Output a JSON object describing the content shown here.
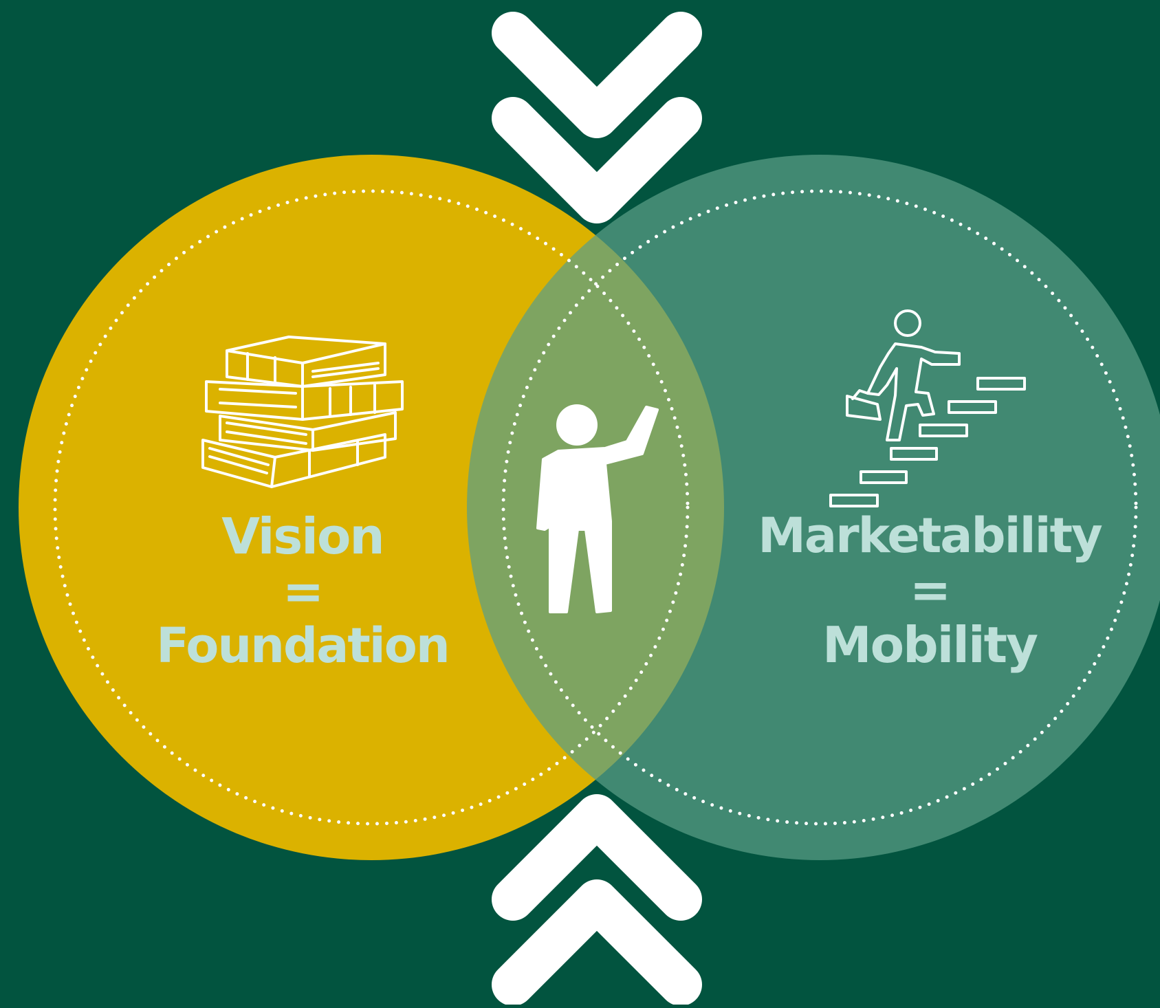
{
  "colors": {
    "background": "#02543F",
    "left_circle": "#DBB200",
    "right_circle": "#5A9E86",
    "overlap": "#2E6B58",
    "text": "#BDE0D9",
    "icons": "#FFFFFF"
  },
  "left": {
    "top": "Vision",
    "eq": "=",
    "bottom": "Foundation",
    "icon": "books-icon"
  },
  "right": {
    "top": "Marketability",
    "eq": "=",
    "bottom": "Mobility",
    "icon": "person-climbing-stairs-icon"
  },
  "center": {
    "icon": "person-waving-icon"
  },
  "arrows": {
    "top": "double-chevron-down-icon",
    "bottom": "double-chevron-up-icon"
  }
}
